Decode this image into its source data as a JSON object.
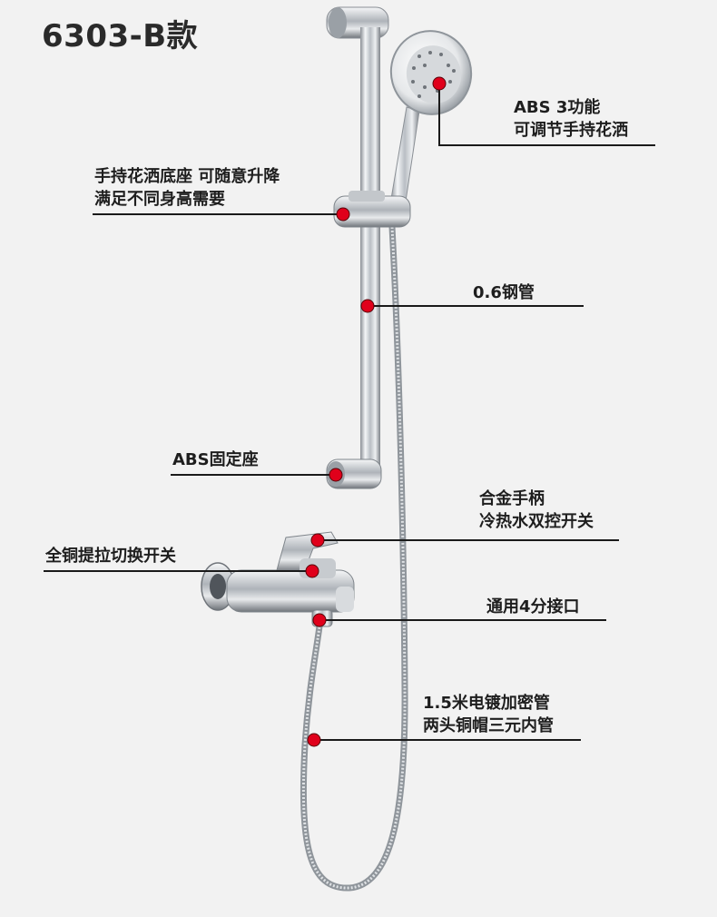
{
  "title": "6303-B款",
  "callouts": [
    {
      "id": "showerhead",
      "lines": [
        "ABS 3功能",
        "可调节手持花洒"
      ]
    },
    {
      "id": "holder",
      "lines": [
        "手持花洒底座  可随意升降",
        "满足不同身高需要"
      ]
    },
    {
      "id": "pipe",
      "lines": [
        "0.6钢管"
      ]
    },
    {
      "id": "bracket",
      "lines": [
        "ABS固定座"
      ]
    },
    {
      "id": "handle",
      "lines": [
        "合金手柄",
        "冷热水双控开关"
      ]
    },
    {
      "id": "diverter",
      "lines": [
        "全铜提拉切换开关"
      ]
    },
    {
      "id": "outlet",
      "lines": [
        "通用4分接口"
      ]
    },
    {
      "id": "hose",
      "lines": [
        "1.5米电镀加密管",
        "两头铜帽三元内管"
      ]
    }
  ],
  "colors": {
    "marker": "#e0001b",
    "line": "#1a1a1a",
    "background": "#f2f2f2"
  }
}
